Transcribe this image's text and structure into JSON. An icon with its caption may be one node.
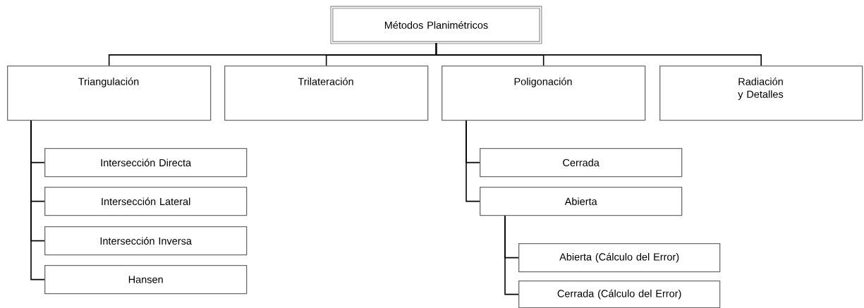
{
  "diagram": {
    "nodes": [
      {
        "text": [
          "Métodos Planimétricos"
        ]
      },
      {
        "text": [
          "Triangulación"
        ]
      },
      {
        "text": [
          "Trilateración"
        ]
      },
      {
        "text": [
          "Poligonación"
        ]
      },
      {
        "text": [
          "Radiación y Detalles"
        ]
      },
      {
        "text": [
          "Intersección Directa"
        ]
      },
      {
        "text": [
          "Intersección Lateral"
        ]
      },
      {
        "text": [
          "Intersección Inversa"
        ]
      },
      {
        "text": [
          "Hansen"
        ]
      },
      {
        "text": [
          "Cerrada"
        ]
      },
      {
        "text": [
          "Abierta"
        ]
      },
      {
        "text": [
          "Abierta (Cálculo del Error)"
        ]
      },
      {
        "text": [
          "Cerrada (Cálculo del Error)"
        ]
      }
    ],
    "edges": [
      {
        "from": 0,
        "to": 1,
        "arrow": "none"
      },
      {
        "from": 0,
        "to": 2,
        "arrow": "none"
      },
      {
        "from": 0,
        "to": 3,
        "arrow": "none"
      },
      {
        "from": 0,
        "to": 4,
        "arrow": "none"
      },
      {
        "from": 1,
        "to": 5,
        "arrow": "none"
      },
      {
        "from": 1,
        "to": 6,
        "arrow": "none"
      },
      {
        "from": 1,
        "to": 7,
        "arrow": "none"
      },
      {
        "from": 1,
        "to": 8,
        "arrow": "none"
      },
      {
        "from": 3,
        "to": 9,
        "arrow": "none"
      },
      {
        "from": 3,
        "to": 10,
        "arrow": "none"
      },
      {
        "from": 10,
        "to": 11,
        "arrow": "none"
      },
      {
        "from": 10,
        "to": 12,
        "arrow": "none"
      }
    ]
  }
}
